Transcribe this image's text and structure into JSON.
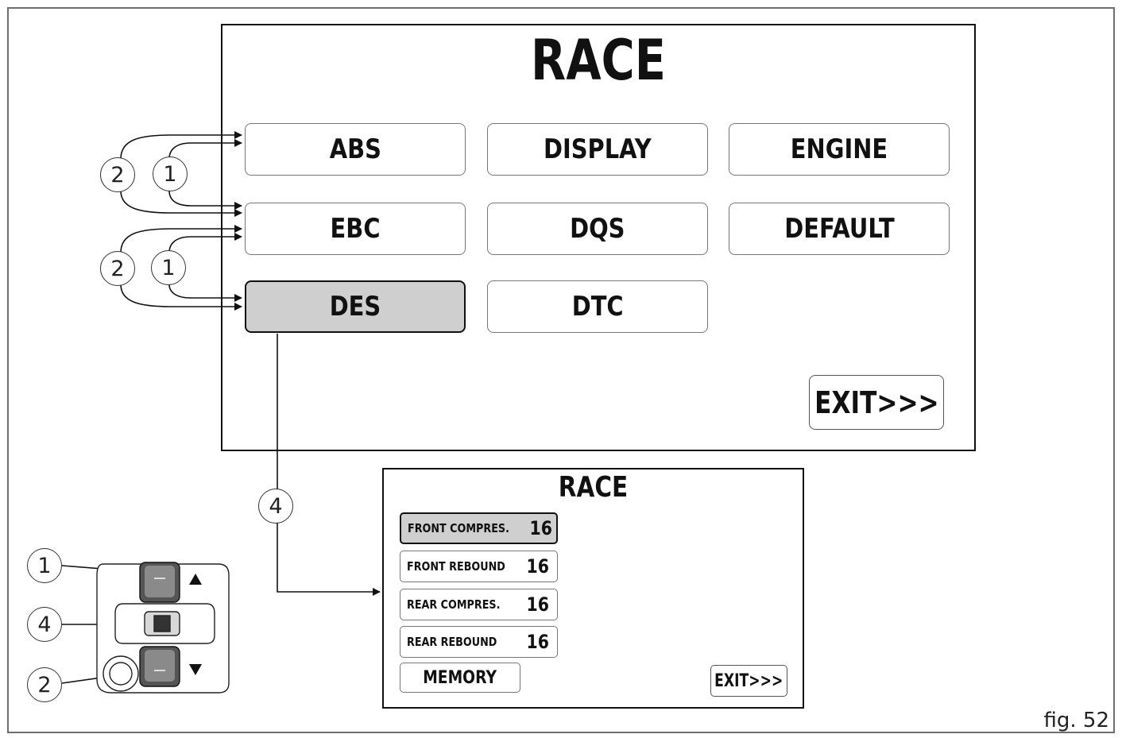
{
  "main_screen": {
    "title": "RACE",
    "buttons": [
      {
        "label": "ABS",
        "selected": false
      },
      {
        "label": "DISPLAY",
        "selected": false
      },
      {
        "label": "ENGINE",
        "selected": false
      },
      {
        "label": "EBC",
        "selected": false
      },
      {
        "label": "DQS",
        "selected": false
      },
      {
        "label": "DEFAULT",
        "selected": false
      },
      {
        "label": "DES",
        "selected": true
      },
      {
        "label": "DTC",
        "selected": false
      }
    ],
    "exit_label": "EXIT>>>"
  },
  "sub_screen": {
    "title": "RACE",
    "settings": [
      {
        "label": "FRONT COMPRES.",
        "value": "16",
        "selected": true
      },
      {
        "label": "FRONT REBOUND",
        "value": "16",
        "selected": false
      },
      {
        "label": "REAR COMPRES.",
        "value": "16",
        "selected": false
      },
      {
        "label": "REAR REBOUND",
        "value": "16",
        "selected": false
      }
    ],
    "memory_label": "MEMORY",
    "exit_label": "EXIT>>>"
  },
  "callouts": {
    "row1_outer": "2",
    "row1_inner": "1",
    "row2_outer": "2",
    "row2_inner": "1",
    "confirm": "4",
    "switch_up": "1",
    "switch_center": "4",
    "switch_down": "2"
  },
  "figure_label": "fig. 52"
}
